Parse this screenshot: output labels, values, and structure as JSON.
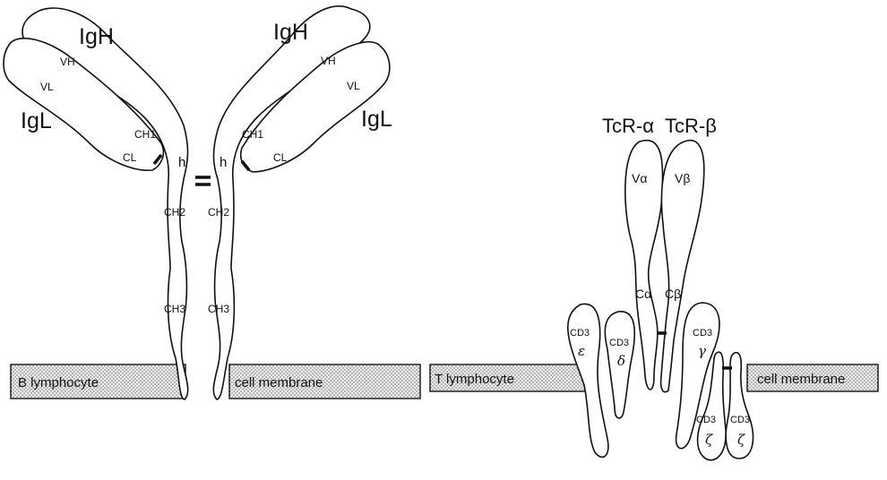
{
  "b_cell": {
    "igh_left": "IgH",
    "igh_right": "IgH",
    "igl_left": "IgL",
    "igl_right": "IgL",
    "vh": "VH",
    "vl": "VL",
    "ch1": "CH1",
    "cl": "CL",
    "hinge": "h",
    "ch2": "CH2",
    "ch3": "CH3",
    "membrane_left": "B lymphocyte",
    "membrane_right": "cell membrane"
  },
  "t_cell": {
    "tcr_alpha": "TcR-α",
    "tcr_beta": "TcR-β",
    "v_alpha": "Vα",
    "v_beta": "Vβ",
    "c_alpha": "Cα",
    "c_beta": "Cβ",
    "cd3": "CD3",
    "epsilon": "ε",
    "delta": "δ",
    "gamma": "γ",
    "zeta": "ζ",
    "membrane_left": "T lymphocyte",
    "membrane_right": "cell membrane"
  },
  "colors": {
    "outline": "#111111",
    "membrane_dot": "#555555",
    "background": "#ffffff"
  }
}
